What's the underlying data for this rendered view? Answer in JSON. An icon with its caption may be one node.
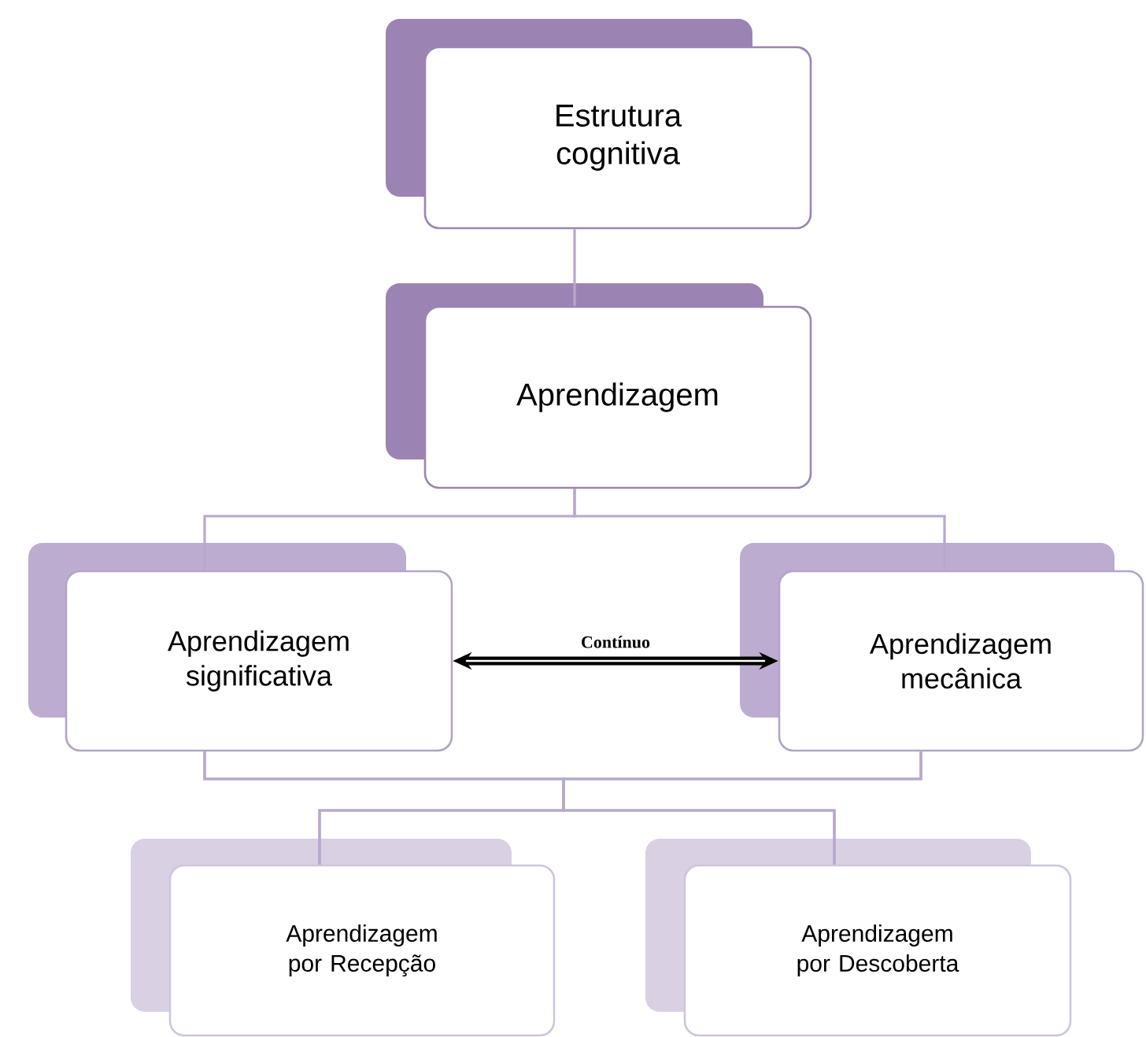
{
  "diagram": {
    "nodes": [
      {
        "text": [
          "Estrutura cognitiva"
        ]
      },
      {
        "text": [
          "Aprendizagem"
        ]
      },
      {
        "text": [
          "Aprendizagem significativa"
        ]
      },
      {
        "text": [
          "Aprendizagem mecânica"
        ]
      },
      {
        "text": [
          "Aprendizagem por Recepção"
        ]
      },
      {
        "text": [
          "Aprendizagem por Descoberta"
        ]
      }
    ],
    "edges": [
      {
        "from": 0,
        "to": 1,
        "arrow": "none"
      },
      {
        "from": 1,
        "to": 2,
        "arrow": "none"
      },
      {
        "from": 1,
        "to": 3,
        "arrow": "none"
      },
      {
        "from": 2,
        "to": 3,
        "arrow": "both",
        "label": "Contínuo",
        "style": "thick",
        "color": "#000000"
      },
      {
        "from": 2,
        "to": 4,
        "arrow": "none"
      },
      {
        "from": 2,
        "to": 5,
        "arrow": "none"
      },
      {
        "from": 3,
        "to": 4,
        "arrow": "none"
      },
      {
        "from": 3,
        "to": 5,
        "arrow": "none"
      }
    ]
  }
}
